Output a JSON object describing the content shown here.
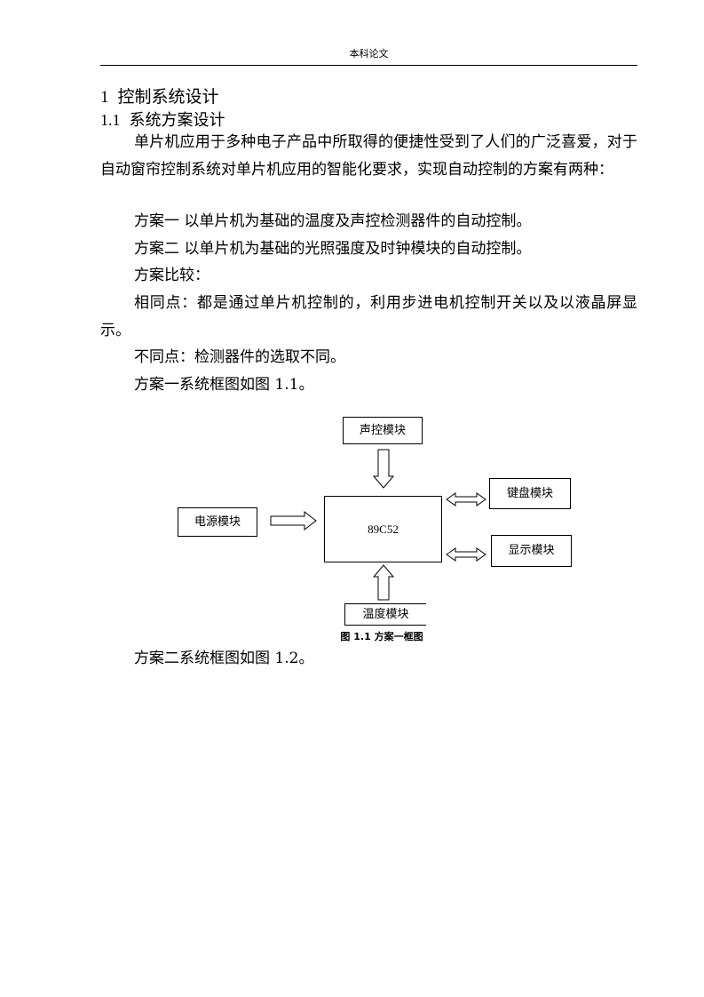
{
  "header": {
    "text": "本科论文"
  },
  "section": {
    "number": "1",
    "title": "控制系统设计"
  },
  "subsection": {
    "number": "1.1",
    "title": "系统方案设计"
  },
  "paragraphs": [
    "单片机应用于多种电子产品中所取得的便捷性受到了人们的广泛喜爱，对于自动窗帘控制系统对单片机应用的智能化要求，实现自动控制的方案有两种：",
    "方案一  以单片机为基础的温度及声控检测器件的自动控制。",
    "方案二  以单片机为基础的光照强度及时钟模块的自动控制。",
    "方案比较：",
    "相同点：都是通过单片机控制的，利用步进电机控制开关以及以液晶屏显示。",
    "不同点：检测器件的选取不同。",
    "方案一系统框图如图 1.1。"
  ],
  "diagram": {
    "mcu": "89C52",
    "sound": "声控模块",
    "power": "电源模块",
    "keyboard": "键盘模块",
    "display": "显示模块",
    "temperature": "温度模块"
  },
  "figure_caption": "图  1.1  方案一框图",
  "after_paragraph": "方案二系统框图如图 1.2。"
}
